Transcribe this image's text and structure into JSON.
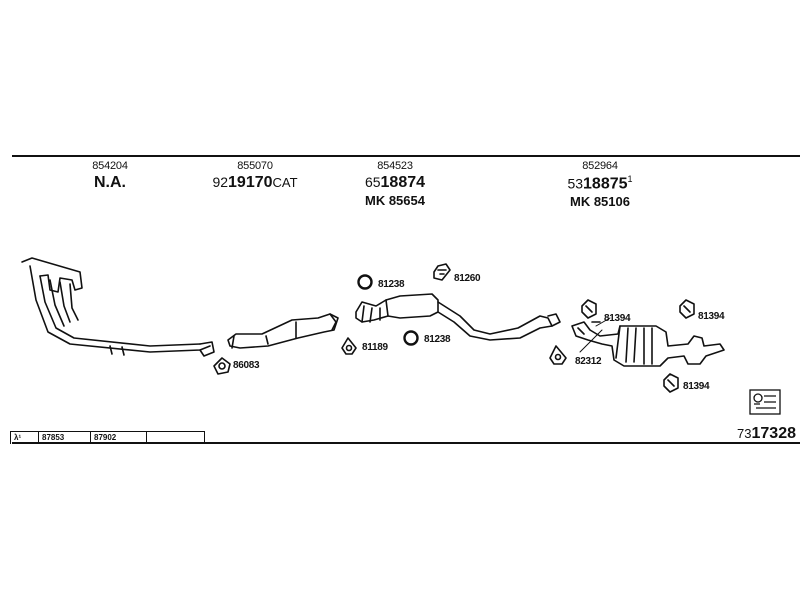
{
  "columns": [
    {
      "ref": "854204",
      "main": "N.A.",
      "pre": "",
      "post": "",
      "mk": ""
    },
    {
      "ref": "855070",
      "main": "19170",
      "pre": "92",
      "post": "CAT",
      "mk": ""
    },
    {
      "ref": "854523",
      "main": "18874",
      "pre": "65",
      "post": "",
      "mk": "MK 85654"
    },
    {
      "ref": "852964",
      "main": "18875",
      "pre": "53",
      "post": "1",
      "mk": "MK 85106"
    }
  ],
  "parts": {
    "p86083": "86083",
    "p81238a": "81238",
    "p81260": "81260",
    "p81189": "81189",
    "p81238b": "81238",
    "p81394a": "81394",
    "p81394b": "81394",
    "p81394c": "81394",
    "p82312": "82312"
  },
  "lambda": {
    "symbol": "λ¹",
    "cells": [
      "87853",
      "87902"
    ]
  },
  "bottom_ref": {
    "pre": "73",
    "main": "17328"
  }
}
